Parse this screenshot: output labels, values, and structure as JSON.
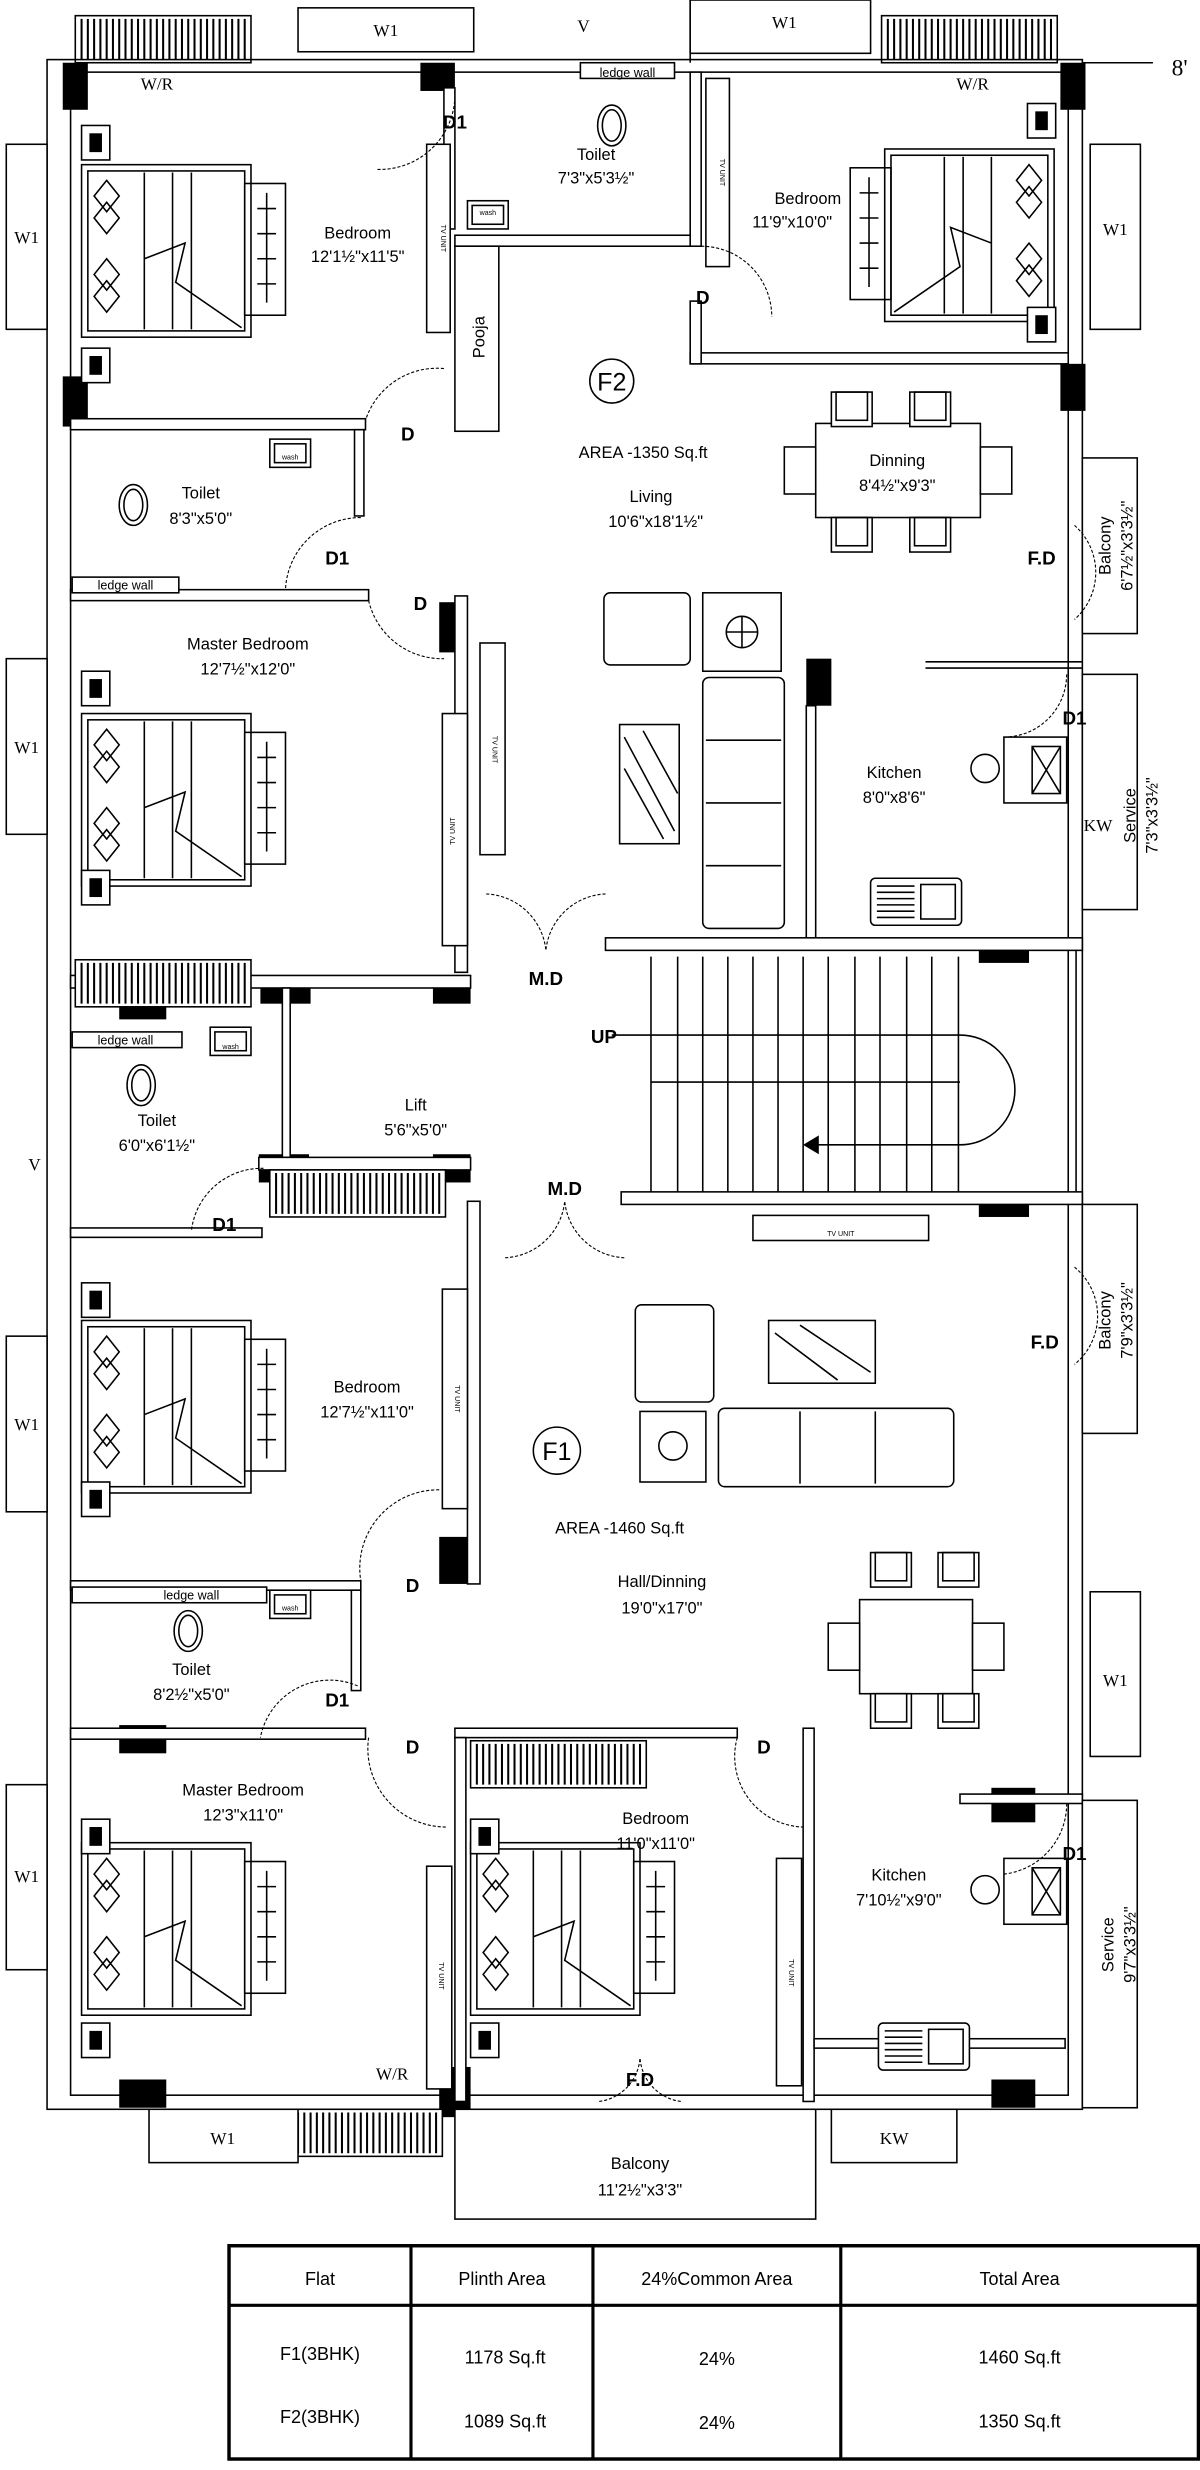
{
  "plan": {
    "level_mark": "8'",
    "openings": {
      "w1": "W1",
      "v": "V",
      "wr": "W/R",
      "d": "D",
      "d1": "D1",
      "fd": "F.D",
      "md": "M.D",
      "kw": "KW",
      "up": "UP"
    },
    "fixtures": {
      "ledge_wall": "ledge wall",
      "wash": "wash",
      "tv_unit": "TV UNIT"
    },
    "flat_f2": {
      "marker": "F2",
      "area": "AREA -1350 Sq.ft"
    },
    "flat_f1": {
      "marker": "F1",
      "area": "AREA -1460 Sq.ft"
    },
    "rooms": [
      {
        "name": "Bedroom",
        "size": "12'1½\"x11'5\""
      },
      {
        "name": "Toilet",
        "size": "7'3\"x5'3½\""
      },
      {
        "name": "Bedroom",
        "size": "11'9\"x10'0\""
      },
      {
        "name": "Pooja",
        "size": ""
      },
      {
        "name": "Toilet",
        "size": "8'3\"x5'0\""
      },
      {
        "name": "Living",
        "size": "10'6\"x18'1½\""
      },
      {
        "name": "Dinning",
        "size": "8'4½\"x9'3\""
      },
      {
        "name": "Balcony",
        "size": "6'7½\"x3'3½\""
      },
      {
        "name": "Master Bedroom",
        "size": "12'7½\"x12'0\""
      },
      {
        "name": "Kitchen",
        "size": "8'0\"x8'6\""
      },
      {
        "name": "Service",
        "size": "7'3\"x3'3½\""
      },
      {
        "name": "Lift",
        "size": "5'6\"x5'0\""
      },
      {
        "name": "Toilet",
        "size": "6'0\"x6'1½\""
      },
      {
        "name": "Bedroom",
        "size": "12'7½\"x11'0\""
      },
      {
        "name": "Balcony",
        "size": "7'9\"x3'3½\""
      },
      {
        "name": "Hall/Dinning",
        "size": "19'0\"x17'0\""
      },
      {
        "name": "Toilet",
        "size": "8'2½\"x5'0\""
      },
      {
        "name": "Master Bedroom",
        "size": "12'3\"x11'0\""
      },
      {
        "name": "Bedroom",
        "size": "11'0\"x11'0\""
      },
      {
        "name": "Kitchen",
        "size": "7'10½\"x9'0\""
      },
      {
        "name": "Service",
        "size": "9'7\"x3'3½\""
      },
      {
        "name": "Balcony",
        "size": "11'2½\"x3'3\""
      }
    ]
  },
  "area_table": {
    "headers": [
      "Flat",
      "Plinth Area",
      "24%Common Area",
      "Total Area"
    ],
    "rows": [
      [
        "F1(3BHK)",
        "1178 Sq.ft",
        "24%",
        "1460 Sq.ft"
      ],
      [
        "F2(3BHK)",
        "1089 Sq.ft",
        "24%",
        "1350 Sq.ft"
      ]
    ]
  }
}
